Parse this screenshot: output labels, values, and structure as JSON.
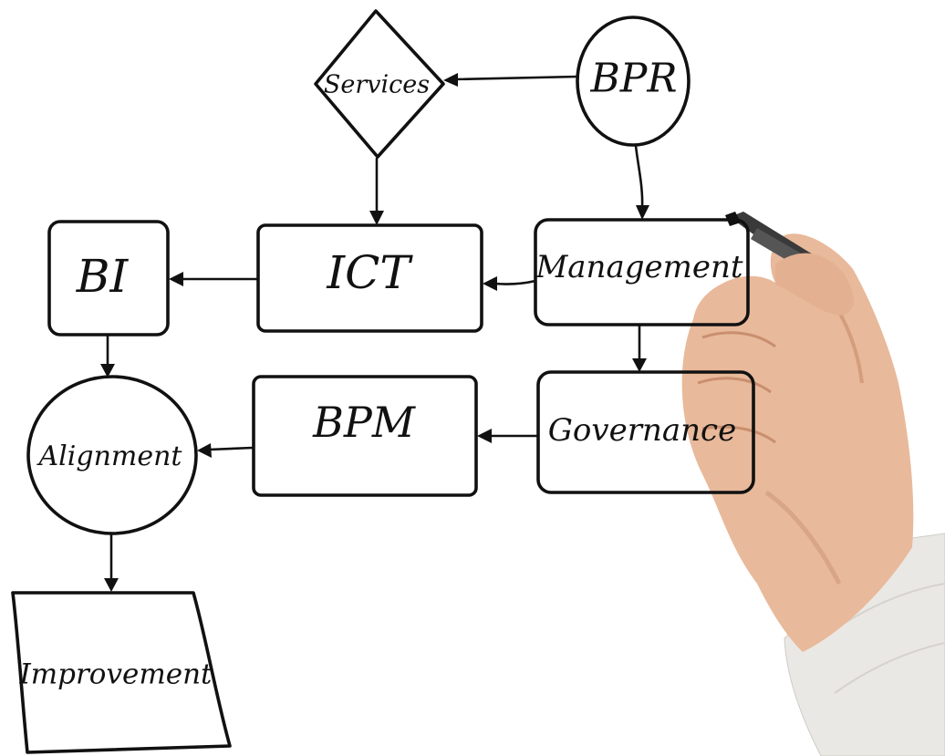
{
  "diagram": {
    "nodes": {
      "services": "Services",
      "bpr": "BPR",
      "bi": "BI",
      "ict": "ICT",
      "management": "Management",
      "bpm": "BPM",
      "governance": "Governance",
      "alignment": "Alignment",
      "improvement": "Improvement"
    },
    "edges": [
      [
        "BPR",
        "Services"
      ],
      [
        "BPR",
        "Management"
      ],
      [
        "Services",
        "ICT"
      ],
      [
        "Management",
        "ICT"
      ],
      [
        "ICT",
        "BI"
      ],
      [
        "Management",
        "Governance"
      ],
      [
        "Governance",
        "BPM"
      ],
      [
        "BPM",
        "Alignment"
      ],
      [
        "BI",
        "Alignment"
      ],
      [
        "Alignment",
        "Improvement"
      ]
    ]
  },
  "photo": {
    "subject": "hand-holding-marker",
    "colors": {
      "skin": "#e8b99a",
      "skin_shadow": "#c98f6e",
      "marker": "#3a3a3a",
      "sleeve": "#e9e7e3",
      "ink": "#111111"
    }
  }
}
